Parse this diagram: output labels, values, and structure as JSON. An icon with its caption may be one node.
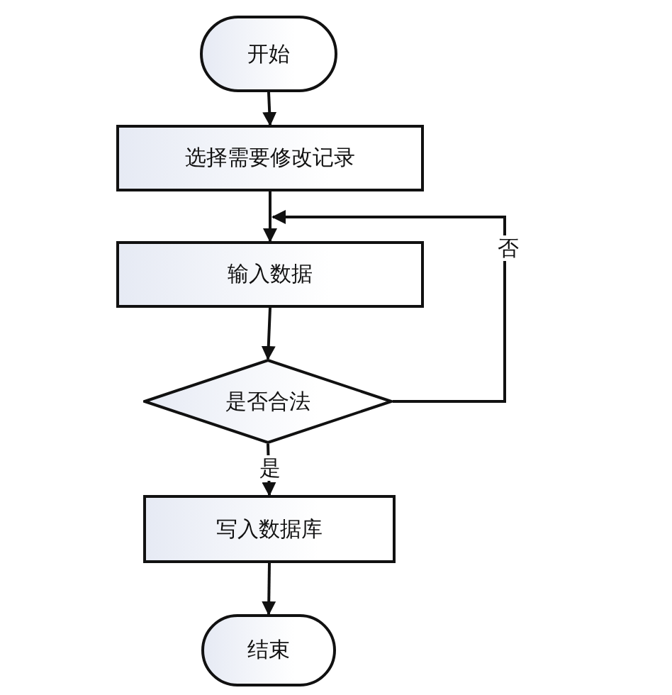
{
  "diagram": {
    "nodes": [
      {
        "text": [
          "开始"
        ]
      },
      {
        "text": [
          "选择需要修改记录"
        ]
      },
      {
        "text": [
          "输入数据"
        ]
      },
      {
        "text": [
          "是否合法"
        ]
      },
      {
        "text": [
          "写入数据库"
        ]
      },
      {
        "text": [
          "结束"
        ]
      }
    ],
    "edges": [
      {
        "from": 0,
        "to": 1,
        "arrow": "to"
      },
      {
        "from": 1,
        "to": 2,
        "arrow": "to"
      },
      {
        "from": 2,
        "to": 3,
        "arrow": "to"
      },
      {
        "from": 3,
        "to": 2,
        "arrow": "to",
        "label": "否"
      },
      {
        "from": 3,
        "to": 4,
        "arrow": "to",
        "label": "是"
      },
      {
        "from": 4,
        "to": 5,
        "arrow": "to"
      }
    ]
  }
}
